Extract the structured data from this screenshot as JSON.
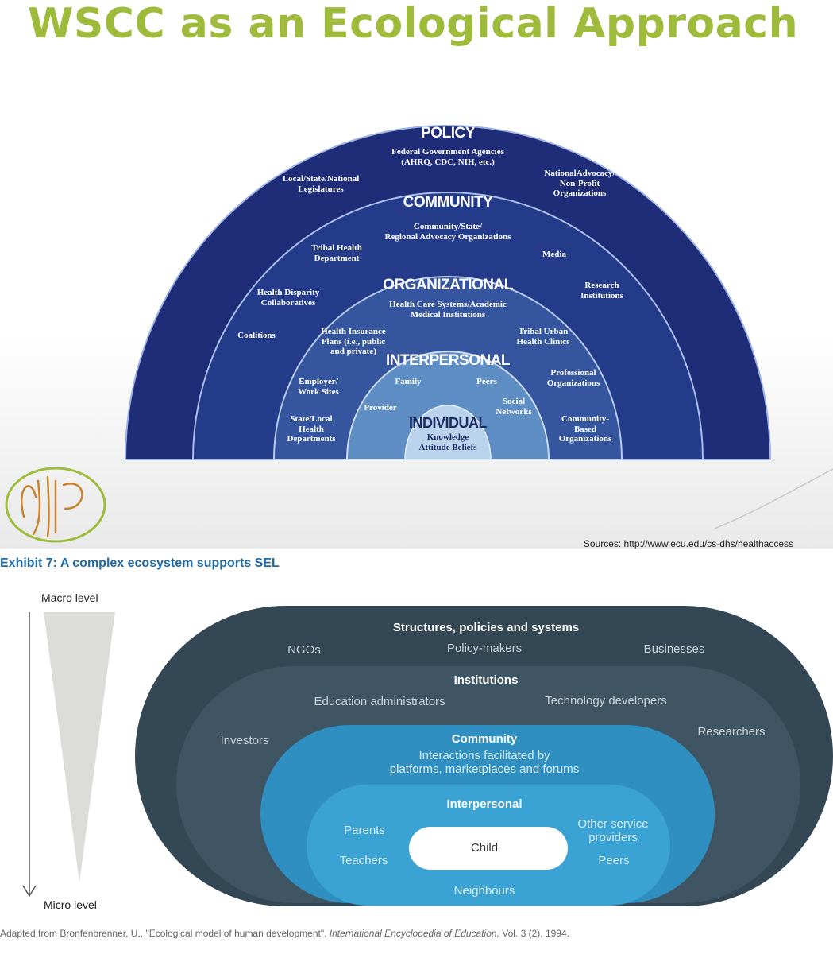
{
  "top": {
    "title": "WSCC as an Ecological Approach",
    "source": "Sources: http://www.ecu.edu/cs-dhs/healthaccess",
    "levels": {
      "policy": "POLICY",
      "community": "COMMUNITY",
      "organizational": "ORGANIZATIONAL",
      "interpersonal": "INTERPERSONAL",
      "individual": "INDIVIDUAL"
    },
    "policy_items": {
      "federal_1": "Federal Government Agencies",
      "federal_2": "(AHRQ, CDC, NIH, etc.)",
      "legislatures_1": "Local/State/National",
      "legislatures_2": "Legislatures",
      "advocacy_1": "NationalAdvocacy/",
      "advocacy_2": "Non-Profit",
      "advocacy_3": "Organizations"
    },
    "community_items": {
      "regional_1": "Community/State/",
      "regional_2": "Regional Advocacy Organizations",
      "tribal_1": "Tribal Health",
      "tribal_2": "Department",
      "media": "Media",
      "disparity_1": "Health Disparity",
      "disparity_2": "Collaboratives",
      "research_1": "Research",
      "research_2": "Institutions",
      "coalitions": "Coalitions"
    },
    "organizational_items": {
      "systems_1": "Health Care Systems/Academic",
      "systems_2": "Medical Institutions",
      "insurance_1": "Health Insurance",
      "insurance_2": "Plans (i.e., public",
      "insurance_3": "and private)",
      "clinics_1": "Tribal Urban",
      "clinics_2": "Health Clinics",
      "employer_1": "Employer/",
      "employer_2": "Work Sites",
      "professional_1": "Professional",
      "professional_2": "Organizations",
      "state_1": "State/Local",
      "state_2": "Health",
      "state_3": "Departments",
      "cbo_1": "Community-",
      "cbo_2": "Based",
      "cbo_3": "Organizations"
    },
    "interpersonal_items": {
      "family": "Family",
      "peers": "Peers",
      "provider": "Provider",
      "social_1": "Social",
      "social_2": "Networks"
    },
    "individual_items": {
      "line_1": "Knowledge",
      "line_2": "Attitude  Beliefs"
    },
    "colors": {
      "title": "#9fbb3b",
      "policy": "#1f2c78",
      "community": "#243b8a",
      "organizational": "#35569e",
      "interpersonal": "#5f8ec4",
      "individual": "#b9d3ec"
    }
  },
  "bottom": {
    "title": "Exhibit 7: A complex ecosystem supports SEL",
    "macro": "Macro level",
    "micro": "Micro level",
    "citation_prefix": "Adapted from Bronfenbrenner, U., \"Ecological model of human development\", ",
    "citation_italic": "International Encyclopedia of Education,",
    "citation_suffix": " Vol. 3 (2), 1994.",
    "structures": {
      "head": "Structures, policies and systems",
      "ngos": "NGOs",
      "policy_makers": "Policy-makers",
      "businesses": "Businesses"
    },
    "institutions": {
      "head": "Institutions",
      "education_admins": "Education administrators",
      "tech_developers": "Technology developers",
      "investors": "Investors",
      "researchers": "Researchers"
    },
    "community": {
      "head": "Community",
      "desc_1": "Interactions facilitated by",
      "desc_2": "platforms, marketplaces and forums"
    },
    "interpersonal": {
      "head": "Interpersonal",
      "parents": "Parents",
      "teachers": "Teachers",
      "other_1": "Other service",
      "other_2": "providers",
      "peers": "Peers",
      "neighbours": "Neighbours"
    },
    "child": "Child",
    "colors": {
      "exhibit_title": "#1e6aa6",
      "structures": "#344754",
      "institutions": "#3f5563",
      "community": "#2e8fc0",
      "interpersonal": "#3aa3d4",
      "child": "#ffffff"
    }
  }
}
